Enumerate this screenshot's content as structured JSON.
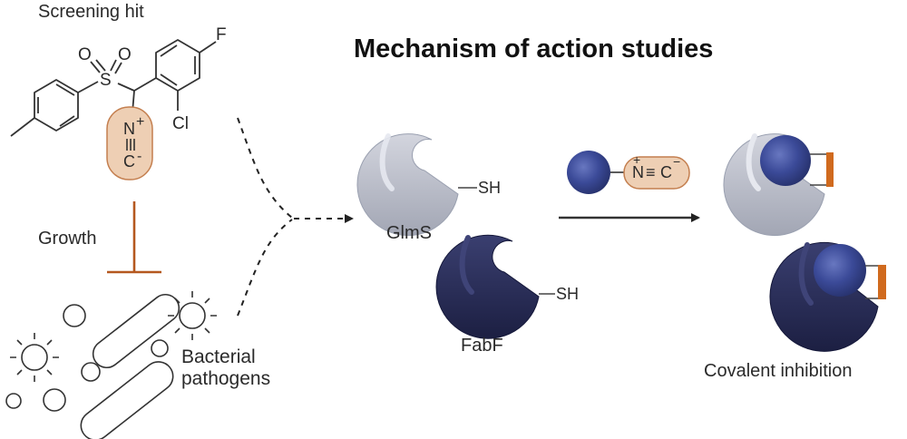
{
  "title": "Mechanism of action studies",
  "screening_hit": {
    "label": "Screening hit",
    "atoms": {
      "sulfur": "S",
      "oxygen_1": "O",
      "oxygen_2": "O",
      "fluorine": "F",
      "chlorine": "Cl",
      "nitrogen": "N",
      "n_charge": "+",
      "carbon": "C",
      "c_charge": "-"
    }
  },
  "growth_label": "Growth",
  "bacteria_label_line1": "Bacterial",
  "bacteria_label_line2": "pathogens",
  "enzymes": [
    {
      "name": "GlmS",
      "thiol": "SH",
      "color": "#b9bcc8"
    },
    {
      "name": "FabF",
      "thiol": "SH",
      "color": "#262a52"
    }
  ],
  "reagent": {
    "n": "N",
    "triple_bond": "≡",
    "c": "C",
    "plus": "+",
    "minus": "−"
  },
  "result_label": "Covalent inhibition",
  "colors": {
    "isonitrile_highlight_fill": "#eecfb4",
    "isonitrile_highlight_stroke": "#c47f4f",
    "inhibition_bar": "#b5581f",
    "covalent_link": "#d06a1e",
    "ligand_sphere": "#3b4a98",
    "glms": "#b9bcc8",
    "fabf": "#262a52"
  }
}
